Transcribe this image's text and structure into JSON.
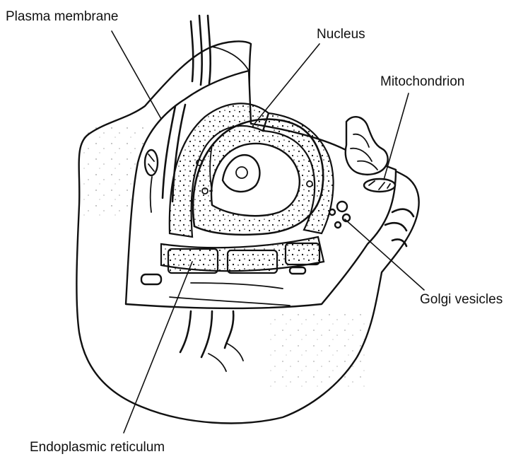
{
  "labels": {
    "plasma_membrane": "Plasma membrane",
    "nucleus": "Nucleus",
    "mitochondrion": "Mitochondrion",
    "golgi_vesicles": "Golgi vesicles",
    "endoplasmic_reticulum": "Endoplasmic reticulum"
  },
  "colors": {
    "ink": "#111111",
    "paper": "#ffffff"
  }
}
